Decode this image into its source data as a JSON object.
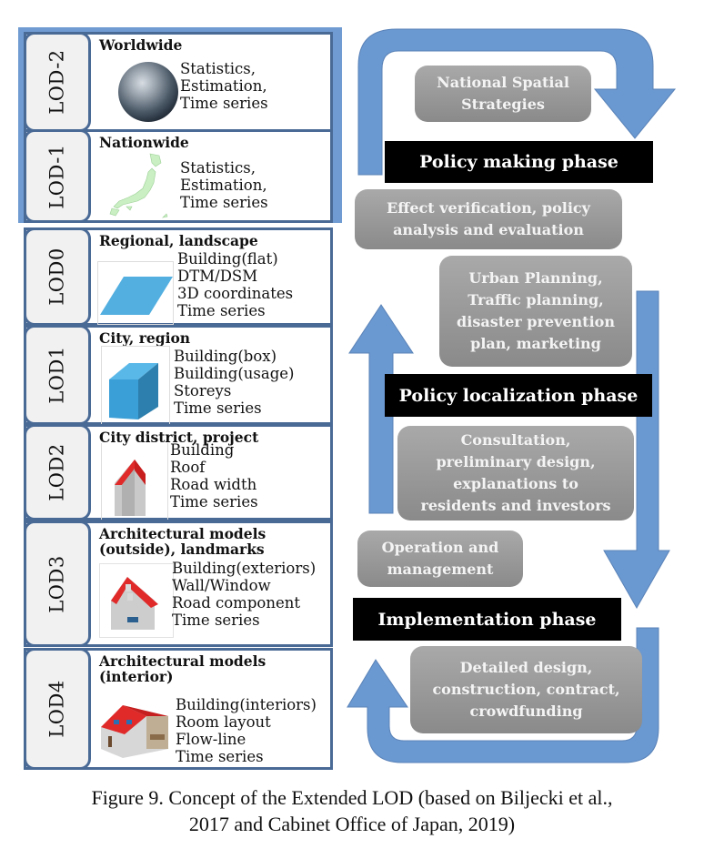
{
  "lod_levels": [
    {
      "id": "LOD-2",
      "title": [
        "Worldwide"
      ],
      "items": [
        "Statistics,",
        "Estimation,",
        "Time series"
      ],
      "image": "globe-icon"
    },
    {
      "id": "LOD-1",
      "title": [
        "Nationwide"
      ],
      "items": [
        "Statistics,",
        "Estimation,",
        "Time series"
      ],
      "image": "japan-map-icon"
    },
    {
      "id": "LOD0",
      "title": [
        "Regional, landscape"
      ],
      "items": [
        "Building(flat)",
        "DTM/DSM",
        "3D coordinates",
        "Time series"
      ],
      "image": "flat-plane-icon"
    },
    {
      "id": "LOD1",
      "title": [
        "City, region"
      ],
      "items": [
        "Building(box)",
        "Building(usage)",
        "Storeys",
        "Time series"
      ],
      "image": "box-building-icon"
    },
    {
      "id": "LOD2",
      "title": [
        "City district, project"
      ],
      "items": [
        "Building",
        "Roof",
        "Road width",
        "Time series"
      ],
      "image": "roofed-building-icon"
    },
    {
      "id": "LOD3",
      "title": [
        "Architectural models",
        "(outside), landmarks"
      ],
      "items": [
        "Building(exteriors)",
        "Wall/Window",
        "Road component",
        "Time series"
      ],
      "image": "detailed-house-icon"
    },
    {
      "id": "LOD4",
      "title": [
        "Architectural models",
        "(interior)"
      ],
      "items": [
        "Building(interiors)",
        "Room layout",
        "Flow-line",
        "Time series"
      ],
      "image": "house-interior-icon"
    }
  ],
  "phases": {
    "policy_making": "Policy making phase",
    "policy_localization": "Policy localization phase",
    "implementation": "Implementation phase"
  },
  "activities": {
    "national_spatial": [
      "National Spatial",
      "Strategies"
    ],
    "effect_verification": [
      "Effect verification, policy",
      "analysis and evaluation"
    ],
    "urban_planning": [
      "Urban Planning,",
      "Traffic planning,",
      "disaster prevention",
      "plan, marketing"
    ],
    "consultation": [
      "Consultation,",
      "preliminary design,",
      "explanations to",
      "residents and investors"
    ],
    "operation": [
      "Operation and",
      "management"
    ],
    "detailed_design": [
      "Detailed design,",
      "construction, contract,",
      "crowdfunding"
    ]
  },
  "colors": {
    "arrow_blue": "#6a98d0",
    "panel_border": "#4a6a96",
    "box_gray": "#999999",
    "phase_black": "#000000"
  },
  "caption": {
    "line1": "Figure 9. Concept of the Extended LOD (based on Biljecki et al.,",
    "line2": "2017 and Cabinet Office of Japan, 2019)"
  }
}
